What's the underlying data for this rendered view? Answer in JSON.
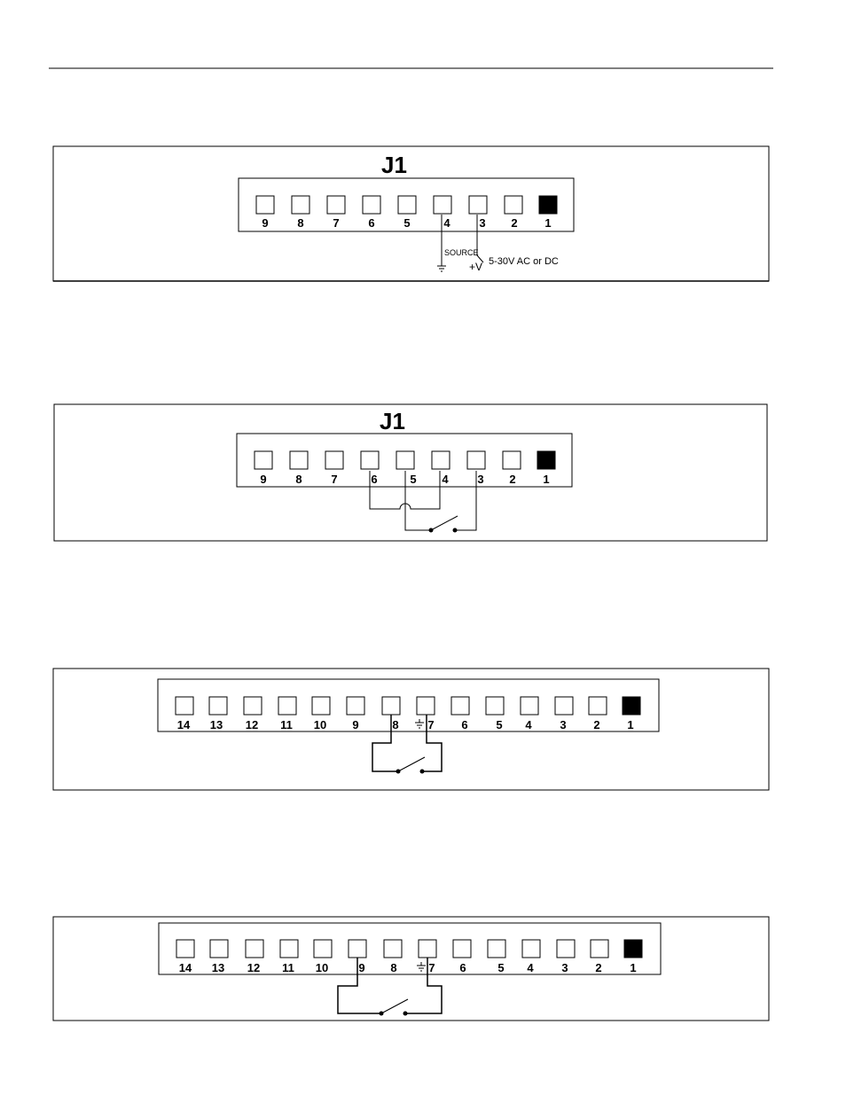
{
  "diagram1": {
    "title": "J1",
    "pins": [
      "9",
      "8",
      "7",
      "6",
      "5",
      "4",
      "3",
      "2",
      "1"
    ],
    "source_label": "SOURCE",
    "voltage_label": "5-30V AC or DC",
    "plus_label": "+V"
  },
  "diagram2": {
    "title": "J1",
    "pins": [
      "9",
      "8",
      "7",
      "6",
      "5",
      "4",
      "3",
      "2",
      "1"
    ]
  },
  "diagram3": {
    "pins": [
      "14",
      "13",
      "12",
      "11",
      "10",
      "9",
      "8",
      "7",
      "6",
      "5",
      "4",
      "3",
      "2",
      "1"
    ]
  },
  "diagram4": {
    "pins": [
      "14",
      "13",
      "12",
      "11",
      "10",
      "9",
      "8",
      "7",
      "6",
      "5",
      "4",
      "3",
      "2",
      "1"
    ]
  },
  "colors": {
    "ink": "#000000",
    "paper": "#ffffff"
  }
}
